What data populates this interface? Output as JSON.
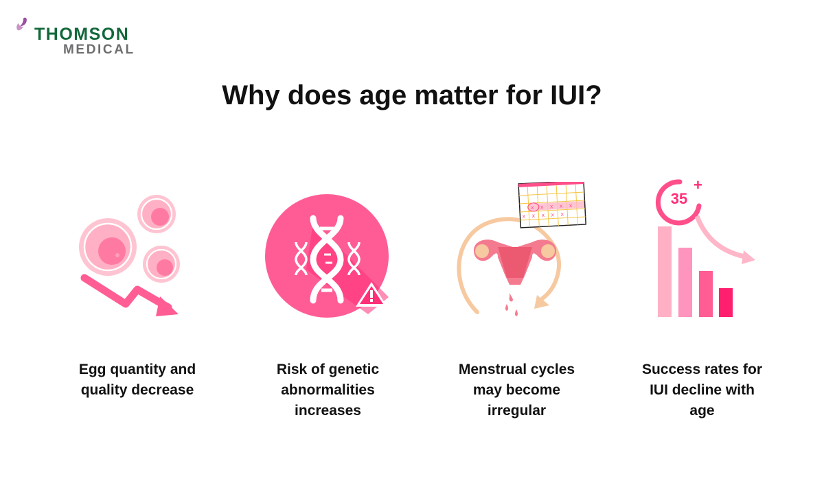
{
  "logo": {
    "brand": "THOMSON",
    "sub": "MEDICAL",
    "brand_color": "#12683a",
    "sub_color": "#6d6e70",
    "accent_color": "#9b4f9e"
  },
  "title": "Why does age matter for IUI?",
  "items": [
    {
      "icon": "egg-cells-decline-icon",
      "label": "Egg quantity and quality decrease"
    },
    {
      "icon": "dna-warning-icon",
      "label": "Risk of genetic abnormalities increases"
    },
    {
      "icon": "uterus-cycle-calendar-icon",
      "label": "Menstrual cycles may become irregular"
    },
    {
      "icon": "age-35-declining-bars-icon",
      "label": "Success rates for IUI decline with age",
      "badge": "35",
      "badge_sup": "+"
    }
  ],
  "colors": {
    "pink_primary": "#ff4f8b",
    "pink_light": "#ffb6c8",
    "pink_dark": "#ff1f6e",
    "peach": "#f6c79d"
  }
}
